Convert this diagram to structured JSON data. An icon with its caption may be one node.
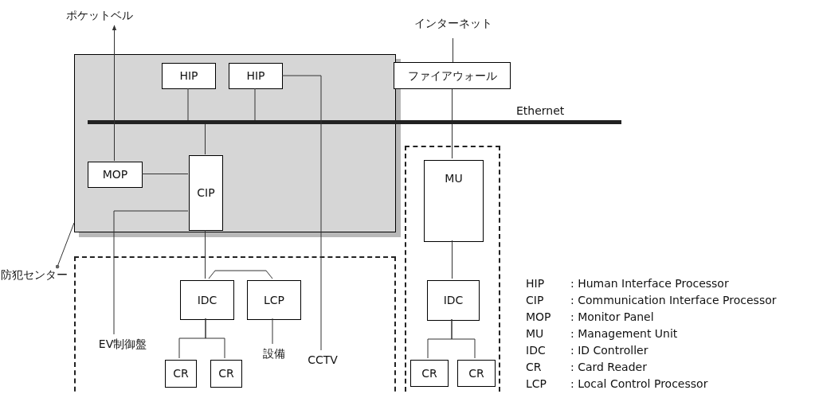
{
  "diagram": {
    "nodes": [
      {
        "text": [],
        "shape": "box"
      },
      {
        "text": [
          "HIP"
        ],
        "in": 0
      },
      {
        "text": [
          "HIP"
        ],
        "in": 0
      },
      {
        "text": [
          "MOP"
        ],
        "in": 0
      },
      {
        "text": [
          "CIP"
        ],
        "in": 0
      },
      {
        "text": [
          "ポケットベル"
        ]
      },
      {
        "text": [
          "防犯センター"
        ]
      },
      {
        "text": [],
        "shape": "bar",
        "beside": [
          "Ethernet"
        ]
      },
      {
        "text": [],
        "shape": "box"
      },
      {
        "text": [
          "EV制御盤"
        ],
        "in": 8
      },
      {
        "text": [
          "IDC"
        ],
        "in": 8
      },
      {
        "text": [
          "LCP"
        ],
        "in": 8
      },
      {
        "text": [
          "設備"
        ],
        "in": 8
      },
      {
        "text": [
          "CCTV"
        ],
        "in": 8
      },
      {
        "text": [
          "CR"
        ],
        "in": 8
      },
      {
        "text": [
          "CR"
        ],
        "in": 8
      },
      {
        "text": [
          "インターネット"
        ]
      },
      {
        "text": [
          "ファイアウォール"
        ]
      },
      {
        "text": [],
        "shape": "box"
      },
      {
        "text": [
          "MU"
        ],
        "in": 18
      },
      {
        "text": [
          "IDC"
        ],
        "in": 18
      },
      {
        "text": [
          "CR"
        ],
        "in": 18
      },
      {
        "text": [
          "CR"
        ],
        "in": 18
      }
    ],
    "edges": [
      {
        "from": 1,
        "to": 7,
        "arrow": "none"
      },
      {
        "from": 2,
        "to": 7,
        "arrow": "none"
      },
      {
        "from": 4,
        "to": 7,
        "arrow": "none"
      },
      {
        "from": 3,
        "to": 5,
        "arrow": "to"
      },
      {
        "from": 3,
        "to": 4,
        "arrow": "none"
      },
      {
        "from": 4,
        "to": 9,
        "arrow": "none"
      },
      {
        "from": 4,
        "to": 10,
        "arrow": "none"
      },
      {
        "from": 10,
        "to": 11,
        "arrow": "none"
      },
      {
        "from": 2,
        "to": 13,
        "arrow": "none"
      },
      {
        "from": 11,
        "to": 12,
        "arrow": "none"
      },
      {
        "from": 10,
        "to": 14,
        "arrow": "none"
      },
      {
        "from": 10,
        "to": 15,
        "arrow": "none"
      },
      {
        "from": 6,
        "to": 0,
        "arrow": "other"
      },
      {
        "from": 16,
        "to": 17,
        "arrow": "none"
      },
      {
        "from": 17,
        "to": 7,
        "arrow": "none"
      },
      {
        "from": 7,
        "to": 19,
        "arrow": "none"
      },
      {
        "from": 19,
        "to": 20,
        "arrow": "none"
      },
      {
        "from": 20,
        "to": 21,
        "arrow": "none"
      },
      {
        "from": 20,
        "to": 22,
        "arrow": "none"
      }
    ],
    "labels": [
      "HIP",
      ": Human Interface Processor",
      "CIP",
      ": Communication Interface Processor",
      "MOP",
      ": Monitor Panel",
      "MU",
      ": Management Unit",
      "IDC",
      ": ID Controller",
      "CR",
      ": Card Reader",
      "LCP",
      ": Local Control Processor"
    ]
  }
}
